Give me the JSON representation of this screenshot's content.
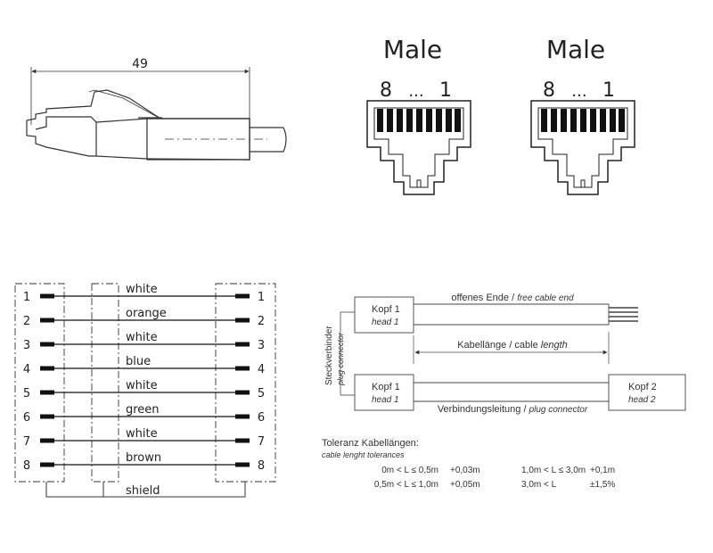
{
  "dimension": {
    "value": "49"
  },
  "connectors": [
    {
      "title": "Male",
      "pin_left": "8",
      "ellipsis": "...",
      "pin_right": "1"
    },
    {
      "title": "Male",
      "pin_left": "8",
      "ellipsis": "...",
      "pin_right": "1"
    }
  ],
  "wiring": {
    "pins": [
      "1",
      "2",
      "3",
      "4",
      "5",
      "6",
      "7",
      "8"
    ],
    "wires": [
      "white",
      "orange",
      "white",
      "blue",
      "white",
      "green",
      "white",
      "brown"
    ],
    "shield": "shield"
  },
  "cable": {
    "head1": "Kopf 1",
    "head1_en": "head 1",
    "head2": "Kopf 2",
    "head2_en": "head 2",
    "free_end": "offenes Ende / ",
    "free_end_en": "free cable end",
    "length": "Kabellänge / cable ",
    "length_en": "length",
    "connection": "Verbindungsleitung / ",
    "connection_en": "plug connector",
    "side_label": "Steckverbinder",
    "side_label_en": "plug connector"
  },
  "tolerance": {
    "title": "Toleranz Kabellängen:",
    "subtitle": "cable lenght tolerances",
    "rows": [
      {
        "range1": "0m < L ≤ 0,5m",
        "tol1": "+0,03m",
        "range2": "1,0m < L ≤ 3,0m",
        "tol2": "+0,1m"
      },
      {
        "range1": "0,5m < L ≤ 1,0m",
        "tol1": "+0,05m",
        "range2": "3,0m < L",
        "tol2": "±1,5%"
      }
    ]
  }
}
